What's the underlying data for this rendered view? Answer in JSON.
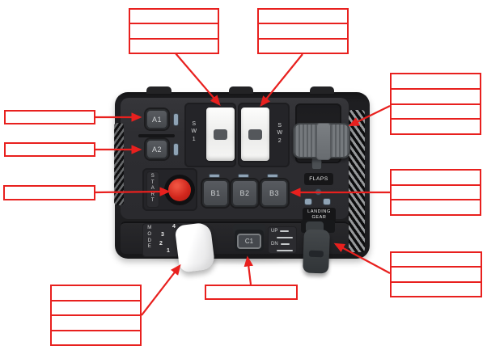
{
  "figure": "labeled diagram of a flight-sim style control panel with empty red callout boxes",
  "colors": {
    "annotation_red": "#e8201e",
    "led_blue": "#8fa3b5",
    "start_red": "#d1271d",
    "device_body": "#2c2c30",
    "rocker_white": "#f4f4f3",
    "throttle_gray": "#6a6e72"
  },
  "device": {
    "buttons": {
      "a1": "A1",
      "a2": "A2",
      "b1": "B1",
      "b2": "B2",
      "b3": "B3",
      "c1": "C1"
    },
    "switches": {
      "sw1": "S\nW\n1",
      "sw2": "S\nW\n2"
    },
    "start": "S\nT\nA\nR\nT",
    "flaps": "FLAPS",
    "landing_gear": "LANDING\nGEAR",
    "mode": {
      "label": "M\nO\nD\nE",
      "positions": [
        "4",
        "3",
        "2",
        "1"
      ]
    },
    "updn": {
      "up": "UP",
      "dn": "DN"
    }
  },
  "callouts": [
    {
      "id": "box-sw1",
      "target": "sw1-switch",
      "rows": 3,
      "text": ""
    },
    {
      "id": "box-sw2",
      "target": "sw2-switch",
      "rows": 3,
      "text": ""
    },
    {
      "id": "box-throttle",
      "target": "throttle-wheel",
      "rows": 4,
      "text": ""
    },
    {
      "id": "box-b3",
      "target": "b3-button",
      "rows": 3,
      "text": ""
    },
    {
      "id": "box-gear-lever",
      "target": "landing-gear-lever",
      "rows": 3,
      "text": ""
    },
    {
      "id": "box-a1",
      "target": "a1-button",
      "rows": 1,
      "text": ""
    },
    {
      "id": "box-a2",
      "target": "a2-button",
      "rows": 1,
      "text": ""
    },
    {
      "id": "box-start",
      "target": "start-button",
      "rows": 1,
      "text": ""
    },
    {
      "id": "box-mode",
      "target": "mode-knob",
      "rows": 4,
      "text": ""
    },
    {
      "id": "box-c1",
      "target": "c1-button",
      "rows": 1,
      "text": ""
    }
  ]
}
